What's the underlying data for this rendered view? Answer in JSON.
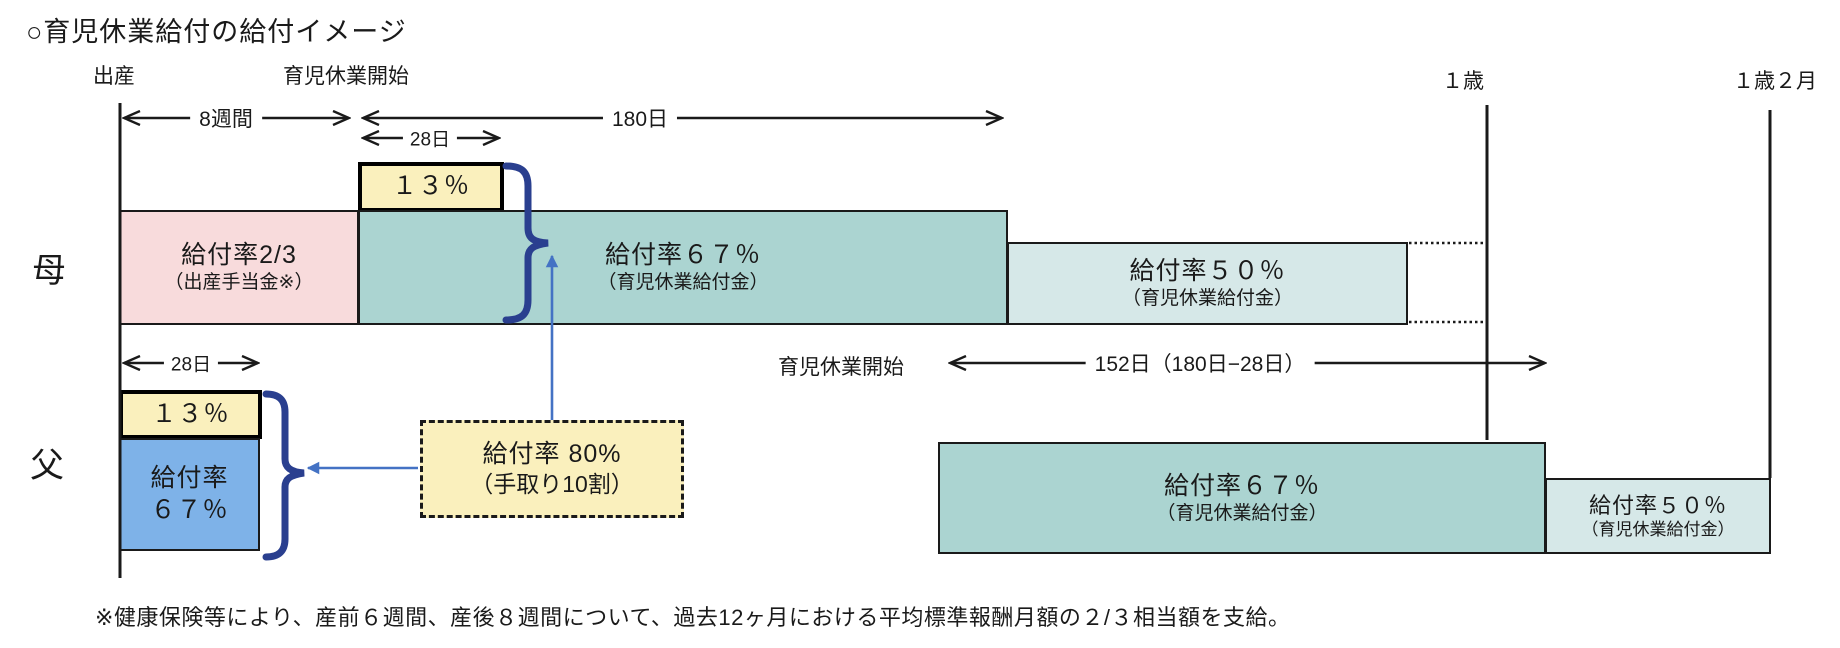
{
  "title": "○育児休業給付の給付イメージ",
  "timeline": {
    "birth_label": "出産",
    "leave_start_label": "育児休業開始",
    "age1_label": "１歳",
    "age1_2mo_label": "１歳２月",
    "span_8weeks": "8週間",
    "span_180days": "180日",
    "span_28days_mother": "28日",
    "span_28days_father": "28日",
    "leave_start_label_2": "育児休業開始",
    "span_152days": "152日（180日−28日）"
  },
  "mother": {
    "row_label": "母",
    "maternity_box": {
      "line1": "給付率2/3",
      "line2": "（出産手当金※）"
    },
    "bonus_box_label": "１３％",
    "benefit67_box": {
      "line1": "給付率６７％",
      "line2": "（育児休業給付金）"
    },
    "benefit50_box": {
      "line1": "給付率５０％",
      "line2": "（育児休業給付金）"
    }
  },
  "father": {
    "row_label": "父",
    "bonus_box_label": "１３％",
    "benefit67_small_box": {
      "line1": "給付率",
      "line2": "６７％"
    },
    "benefit67_box": {
      "line1": "給付率６７％",
      "line2": "（育児休業給付金）"
    },
    "benefit50_box": {
      "line1": "給付率５０％",
      "line2": "（育児休業給付金）"
    }
  },
  "callout": {
    "line1": "給付率 80%",
    "line2": "（手取り10割）"
  },
  "footnote": "※健康保険等により、産前６週間、産後８週間について、過去12ヶ月における平均標準報酬月額の２/３相当額を支給。",
  "colors": {
    "pink": "#F8DBDC",
    "teal": "#ABD4D1",
    "light_teal": "#D6E8E8",
    "yellow": "#FAF0BD",
    "blue": "#7EB2E8",
    "brace_navy": "#2A3F8F",
    "connector_blue": "#4472C4",
    "line_black": "#1a1a1a"
  }
}
